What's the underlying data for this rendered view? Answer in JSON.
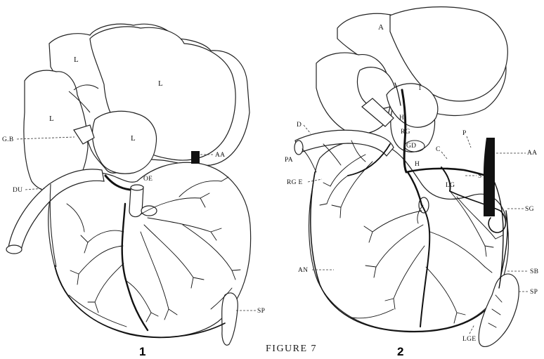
{
  "caption": "FIGURE 7",
  "panels": [
    {
      "number": "1",
      "labels": {
        "l1": "L",
        "l2": "L",
        "l3": "L",
        "l4": "L",
        "gb": "G.B",
        "du": "DU",
        "oe": "OE",
        "aa": "AA",
        "sp": "SP"
      }
    },
    {
      "number": "2",
      "labels": {
        "a": "A",
        "h1": "H",
        "rg": "RG",
        "gd": "GD",
        "h2": "H",
        "d": "D",
        "pa": "PA",
        "rge": "RG E",
        "p": "P",
        "c": "C",
        "s": "S",
        "lg": "LG",
        "aa": "AA",
        "sg": "SG",
        "an": "AN",
        "sb": "SB",
        "sp": "SP",
        "lge": "LGE",
        "one": "1"
      }
    }
  ]
}
